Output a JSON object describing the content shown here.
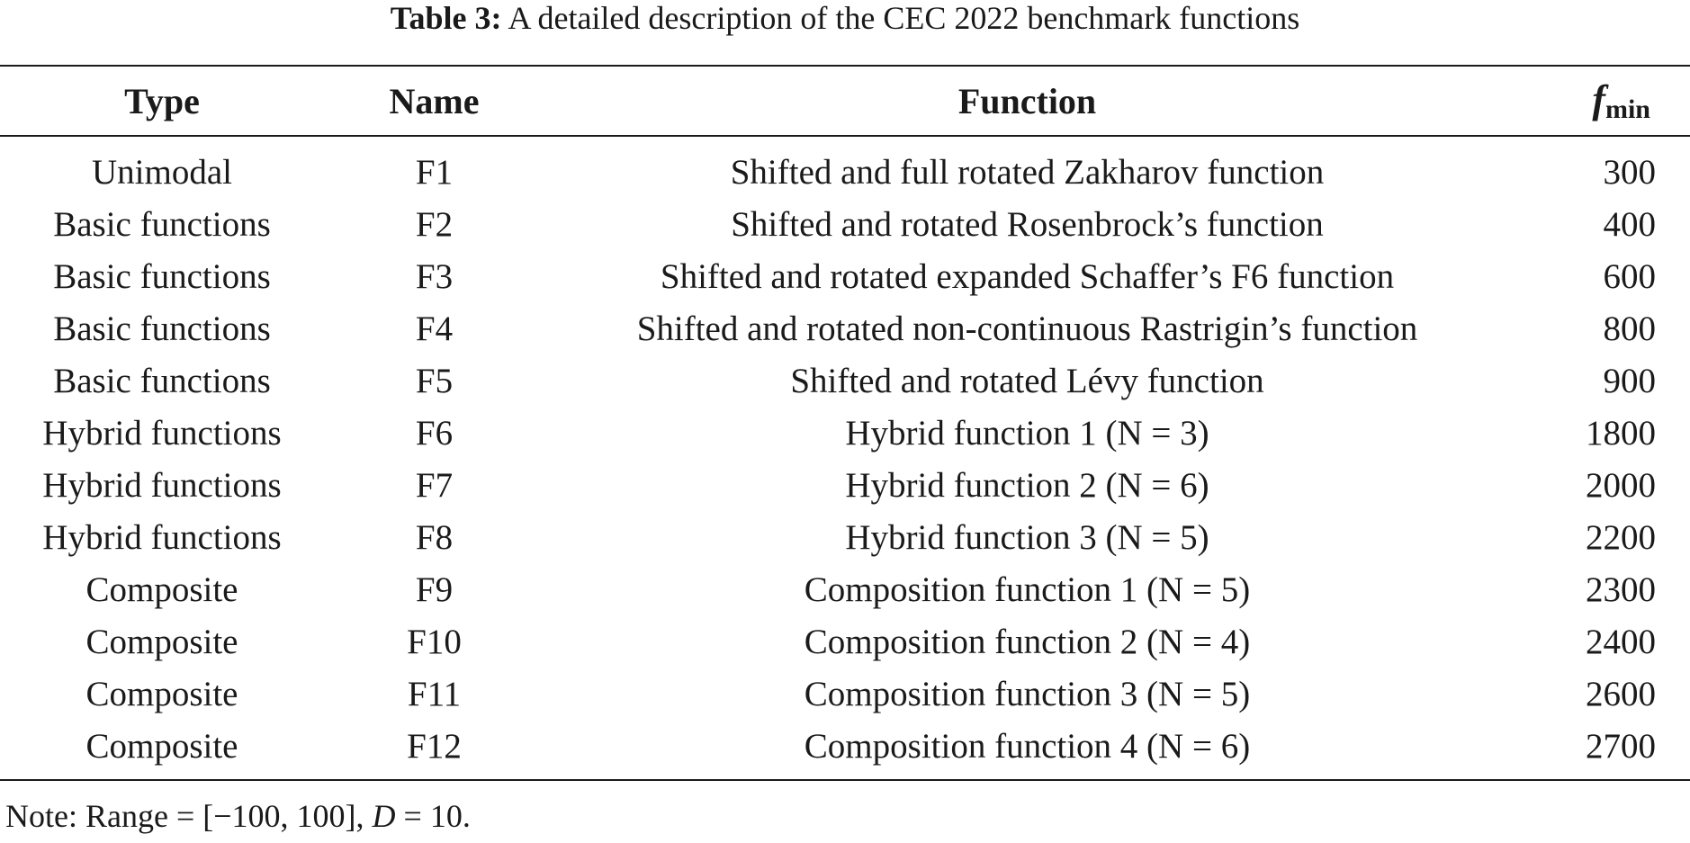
{
  "caption": {
    "label": "Table 3:",
    "text": "A detailed description of the CEC 2022 benchmark functions"
  },
  "table": {
    "headers": {
      "type": "Type",
      "name": "Name",
      "function": "Function",
      "fmin_symbol": "f",
      "fmin_sub": "min"
    },
    "rows": [
      {
        "type": "Unimodal",
        "name": "F1",
        "function": "Shifted and full rotated Zakharov function",
        "fmin": "300"
      },
      {
        "type": "Basic functions",
        "name": "F2",
        "function": "Shifted and rotated Rosenbrock’s function",
        "fmin": "400"
      },
      {
        "type": "Basic functions",
        "name": "F3",
        "function": "Shifted and rotated expanded Schaffer’s F6 function",
        "fmin": "600"
      },
      {
        "type": "Basic functions",
        "name": "F4",
        "function": "Shifted and rotated non-continuous Rastrigin’s function",
        "fmin": "800"
      },
      {
        "type": "Basic functions",
        "name": "F5",
        "function": "Shifted and rotated Lévy function",
        "fmin": "900"
      },
      {
        "type": "Hybrid functions",
        "name": "F6",
        "function": "Hybrid function 1 (N = 3)",
        "fmin": "1800"
      },
      {
        "type": "Hybrid functions",
        "name": "F7",
        "function": "Hybrid function 2 (N = 6)",
        "fmin": "2000"
      },
      {
        "type": "Hybrid functions",
        "name": "F8",
        "function": "Hybrid function 3 (N = 5)",
        "fmin": "2200"
      },
      {
        "type": "Composite",
        "name": "F9",
        "function": "Composition function 1 (N = 5)",
        "fmin": "2300"
      },
      {
        "type": "Composite",
        "name": "F10",
        "function": "Composition function 2 (N = 4)",
        "fmin": "2400"
      },
      {
        "type": "Composite",
        "name": "F11",
        "function": "Composition function 3 (N = 5)",
        "fmin": "2600"
      },
      {
        "type": "Composite",
        "name": "F12",
        "function": "Composition function 4 (N = 6)",
        "fmin": "2700"
      }
    ]
  },
  "note": {
    "prefix": "Note: Range = [−100, 100], ",
    "var": "D",
    "suffix": " = 10."
  }
}
